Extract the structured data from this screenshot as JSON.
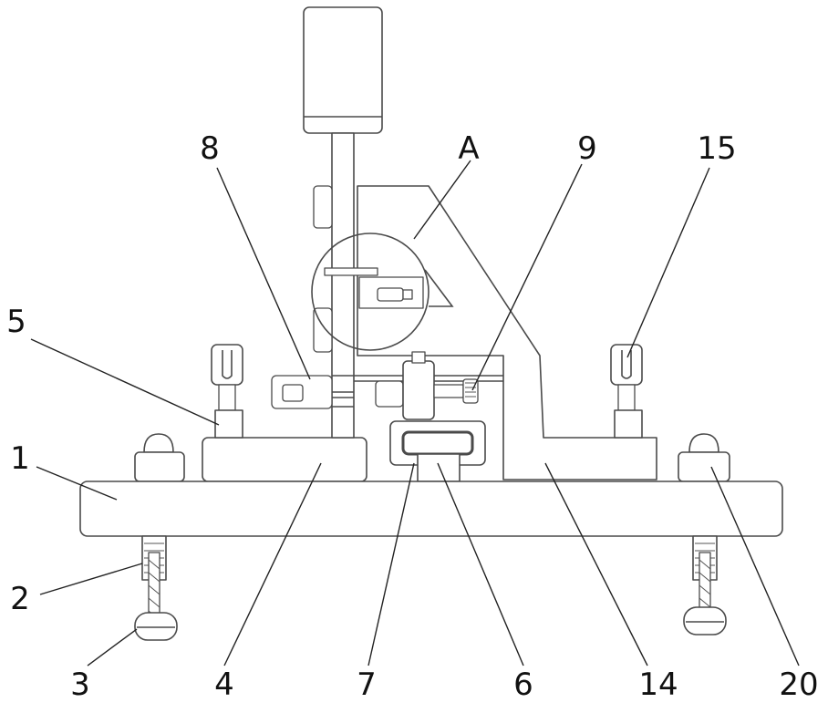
{
  "diagram": {
    "labels": {
      "base_plate": "1",
      "screw_sleeve": "2",
      "foot_knob": "3",
      "left_block": "4",
      "left_post": "5",
      "center_post": "6",
      "slot_block": "7",
      "left_clamp": "8",
      "adjust_screw": "9",
      "detail_a": "A",
      "right_frame": "14",
      "right_post": "15",
      "corner_bolt": "20"
    }
  }
}
